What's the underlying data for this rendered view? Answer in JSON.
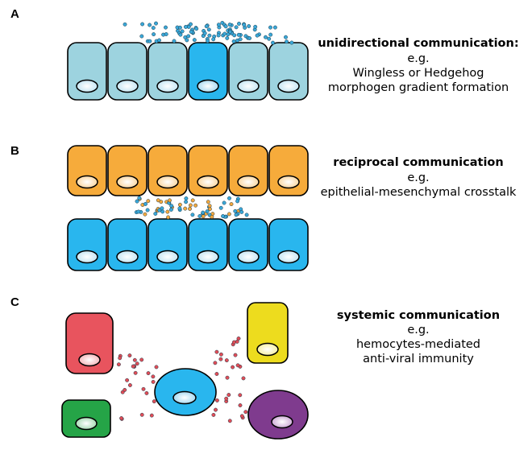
{
  "panels": [
    {
      "label": "A",
      "title": "unidirectional communication:",
      "lines": [
        "e.g.",
        "Wingless or Hedgehog",
        "morphogen gradient formation"
      ]
    },
    {
      "label": "B",
      "title": "reciprocal communication",
      "lines": [
        "e.g.",
        "epithelial-mesenchymal crosstalk"
      ]
    },
    {
      "label": "C",
      "title": "systemic communication",
      "lines": [
        "e.g.",
        "hemocytes-mediated",
        "anti-viral immunity"
      ]
    }
  ],
  "colors": {
    "epithelial_light_blue": "#9dd3df",
    "signaling_blue": "#29b6ee",
    "orange": "#f6ab3b",
    "red": "#e8545e",
    "yellow": "#eddc1e",
    "green": "#25a447",
    "purple": "#7f3b8e",
    "nucleus_light": "#dff1f8",
    "nucleus_orange": "#fde6c4",
    "particle_blue": "#3aa8d9",
    "particle_orange": "#f4a83d",
    "particle_red": "#e04d57"
  }
}
